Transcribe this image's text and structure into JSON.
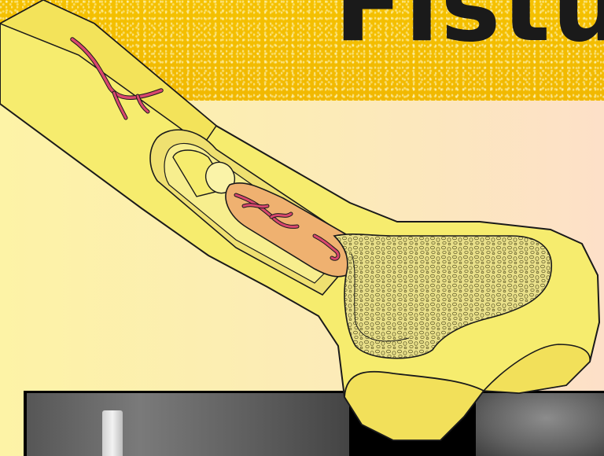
{
  "slide": {
    "title": "Fistu"
  },
  "colors": {
    "title_band": "#f1b800",
    "bone_outer": "#f6ec6e",
    "marrow": "#efb170",
    "vessel": "#d9476e",
    "background_left": "#fdf3a6",
    "background_right": "#fde0c8"
  },
  "illustration": {
    "subject": "long-bone-cross-section"
  },
  "photos": {
    "count": 2,
    "kind": "x-ray"
  }
}
